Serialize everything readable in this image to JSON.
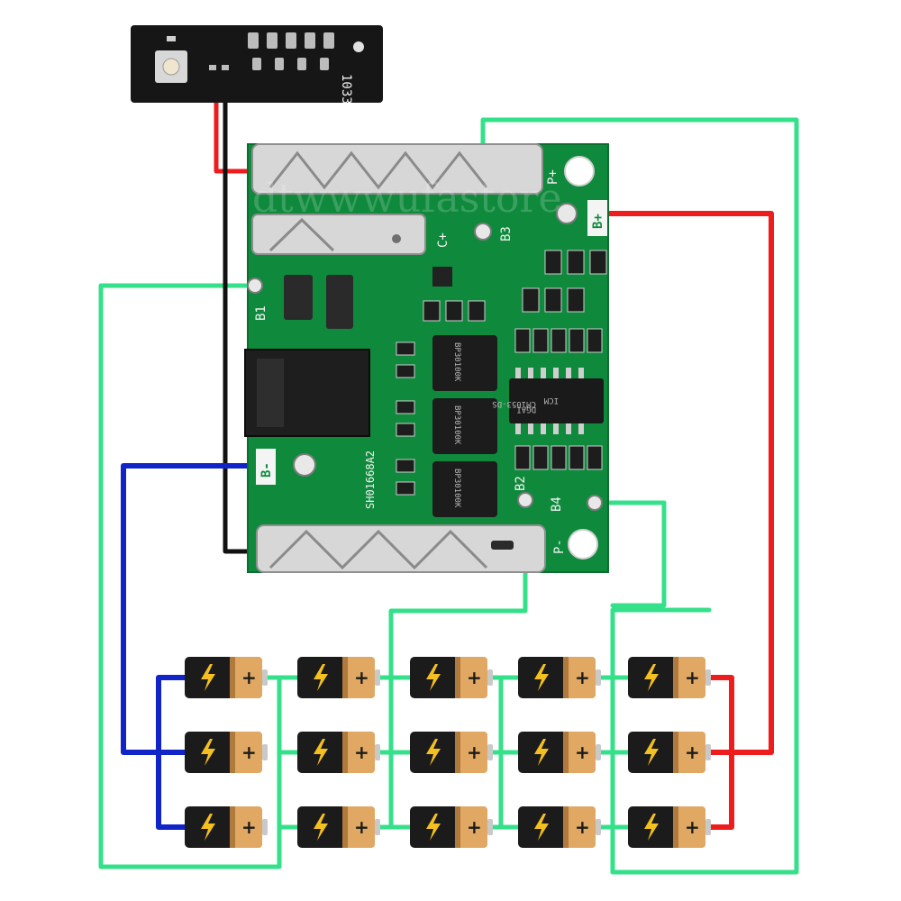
{
  "colors": {
    "pcb": "#0f8a3c",
    "pcb_dark": "#0b6e2f",
    "wire_green": "#34e08a",
    "wire_red": "#ee1c1c",
    "wire_blue": "#1124c8",
    "wire_black": "#111111",
    "battery_dark": "#1b1b1b",
    "battery_gold": "#e0a862",
    "bolt": "#f4c020"
  },
  "indicator_board": {
    "label": "1033"
  },
  "pcb_labels": {
    "p_plus": "P+",
    "b_plus": "B+",
    "b3": "B3",
    "c_plus": "C+",
    "b1": "B1",
    "b_minus": "B-",
    "b2": "B2",
    "b4": "B4",
    "p_minus": "P-",
    "board_code": "SH01668A2",
    "chip": "CM1053-DS",
    "chip2": "DGAI",
    "chip3": "ICM",
    "mosfet": "BP30100K"
  },
  "watermark": "dtwwwufastore",
  "battery_symbol": {
    "plus": "+"
  }
}
